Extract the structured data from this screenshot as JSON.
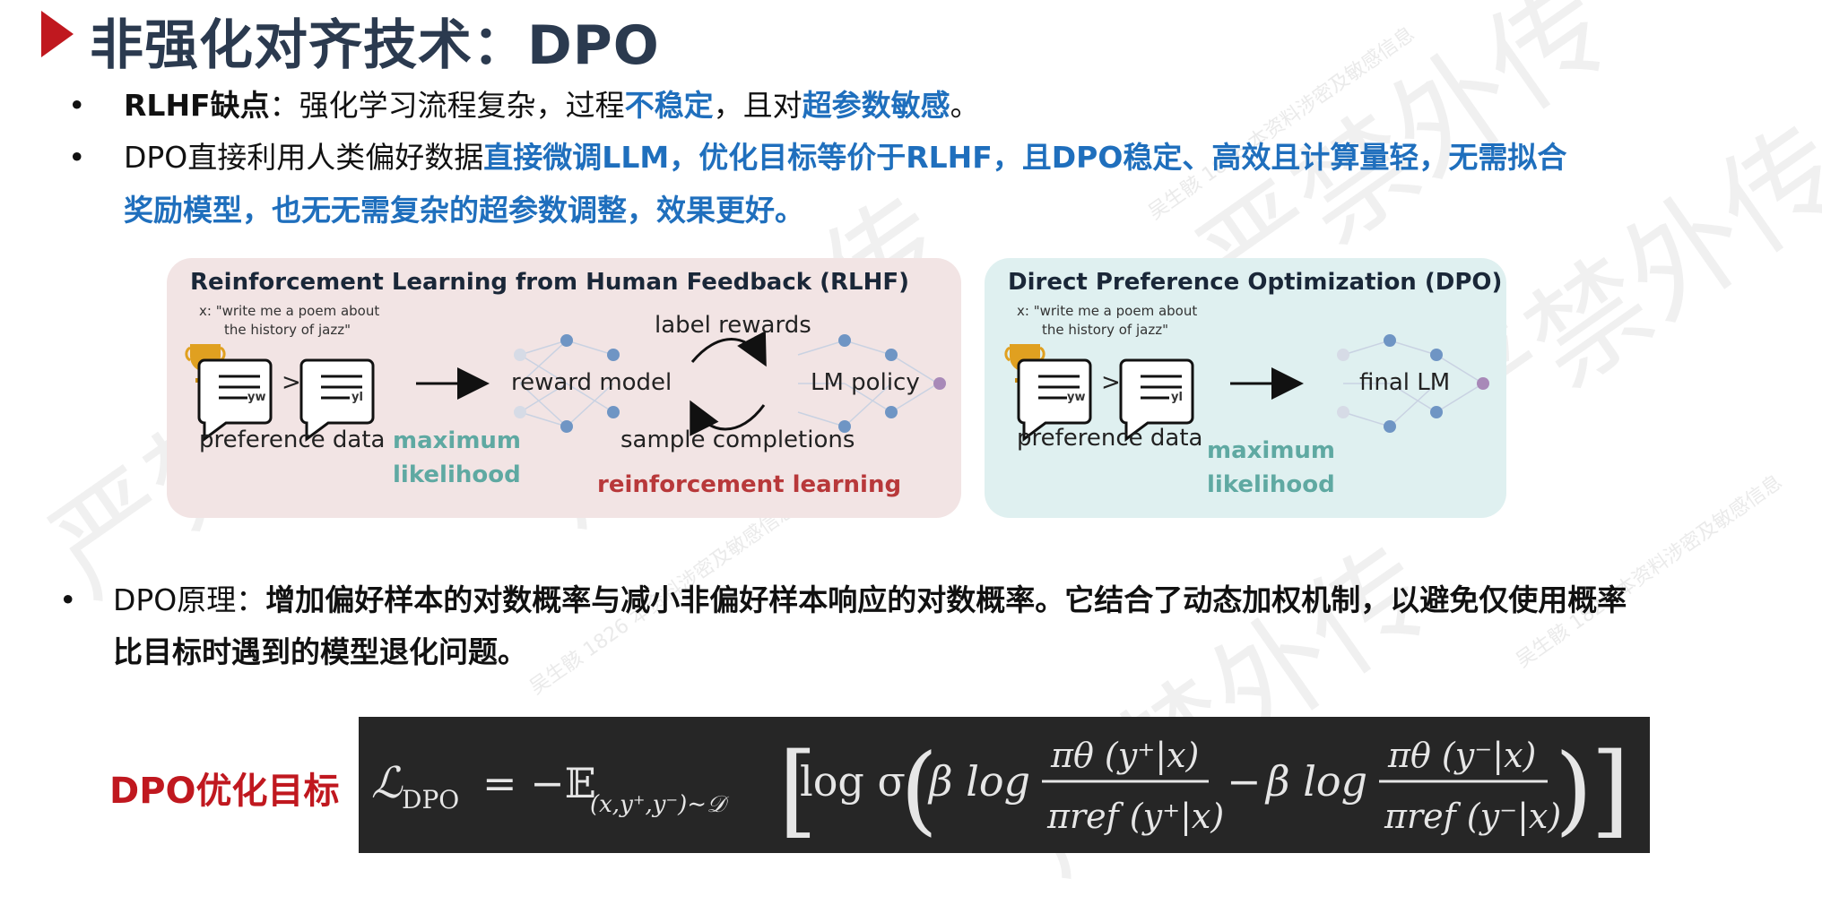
{
  "title": "非强化对齐技术：DPO",
  "bullets": {
    "b1": {
      "dot": "•",
      "label": "RLHF缺点",
      "sep": "：强化学习流程复杂，过程",
      "em1": "不稳定",
      "mid": "，且对",
      "em2": "超参数敏感",
      "end": "。"
    },
    "b2": {
      "dot": "•",
      "pre": "DPO直接利用人类偏好数据",
      "em_line1": "直接微调LLM，优化目标等价于RLHF，且DPO稳定、高效且计算量轻，无需拟合",
      "em_line2": "奖励模型，也无无需复杂的超参数调整，效果更好。"
    },
    "b3": {
      "dot": "•",
      "pre": "DPO原理：",
      "em_line1": "增加偏好样本的对数概率与减小非偏好样本响应的对数概率。它结合了动态加权机制，以避免仅使用概率",
      "em_line2": "比目标时遇到的模型退化问题。"
    }
  },
  "diagram": {
    "rlhf": {
      "title": "Reinforcement Learning from Human Feedback (RLHF)",
      "prompt_line1": "x: \"write me a poem about",
      "prompt_line2": "the history of jazz\"",
      "yw": "yw",
      "yl": "yl",
      "gt": ">",
      "preference": "preference data",
      "ml1": "maximum",
      "ml2": "likelihood",
      "reward_model": "reward model",
      "label_rewards": "label rewards",
      "sample_completions": "sample completions",
      "lm_policy": "LM policy",
      "rl": "reinforcement learning"
    },
    "dpo": {
      "title": "Direct Preference Optimization (DPO)",
      "prompt_line1": "x: \"write me a poem about",
      "prompt_line2": "the history of jazz\"",
      "yw": "yw",
      "yl": "yl",
      "gt": ">",
      "preference": "preference data",
      "ml1": "maximum",
      "ml2": "likelihood",
      "final_lm": "final LM"
    }
  },
  "formula": {
    "label": "DPO优化目标",
    "lhs": "ℒ",
    "lhs_sub": "DPO",
    "eq": "= −𝔼",
    "exp_sub": "(x,y⁺,y⁻)∼𝒟",
    "log_sigma": "log σ",
    "beta_log": "β log",
    "num1": "πθ (y⁺|x)",
    "den1": "πref (y⁺|x)",
    "minus": "−",
    "num2": "πθ (y⁻|x)",
    "den2": "πref (y⁻|x)"
  },
  "watermark": {
    "big": "严禁外传",
    "small": "吴生骸 1826 本资料涉密及敏感信息"
  },
  "colors": {
    "accent_red": "#c0181f",
    "blue": "#1f6fbd",
    "teal": "#5fa9a2",
    "title": "#2b3a4f"
  }
}
